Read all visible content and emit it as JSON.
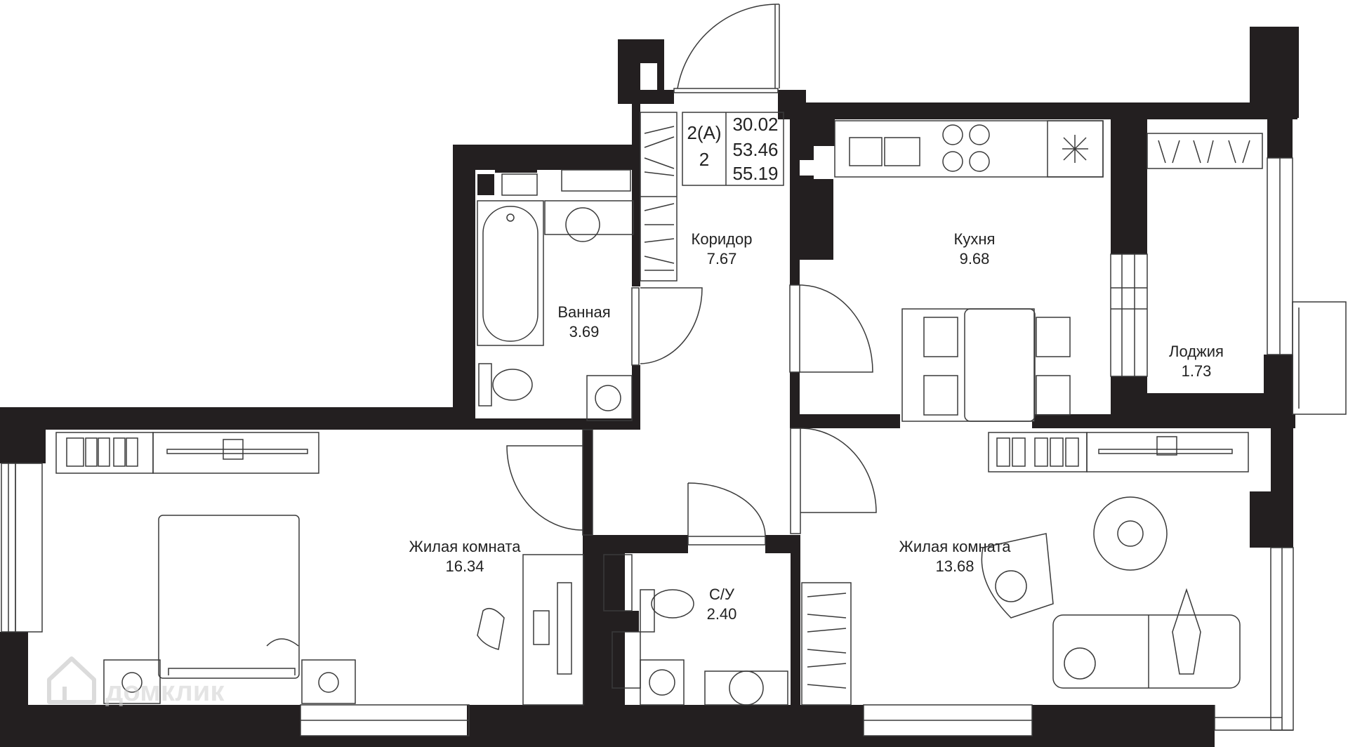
{
  "colors": {
    "wall": "#231f20",
    "furniture_stroke": "#3a3a3a",
    "background": "#ffffff",
    "watermark": "#d9d9d9"
  },
  "info_box": {
    "type": "2(А)",
    "rooms": "2",
    "area_living": "30.02",
    "area_total": "53.46",
    "area_total_with_loggia": "55.19"
  },
  "rooms": [
    {
      "id": "corridor",
      "name": "Коридор",
      "area": "7.67"
    },
    {
      "id": "bathroom",
      "name": "Ванная",
      "area": "3.69"
    },
    {
      "id": "kitchen",
      "name": "Кухня",
      "area": "9.68"
    },
    {
      "id": "loggia",
      "name": "Лоджия",
      "area": "1.73"
    },
    {
      "id": "living-left",
      "name": "Жилая комната",
      "area": "16.34"
    },
    {
      "id": "wc",
      "name": "С/У",
      "area": "2.40"
    },
    {
      "id": "living-right",
      "name": "Жилая комната",
      "area": "13.68"
    }
  ],
  "watermark": {
    "text": "домклик",
    "icon": "house-icon"
  }
}
